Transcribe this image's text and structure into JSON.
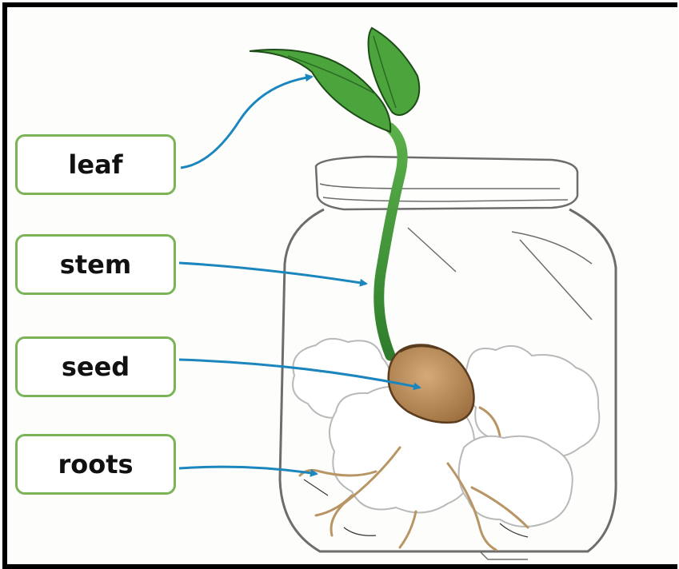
{
  "labels": {
    "leaf": "leaf",
    "stem": "stem",
    "seed": "seed",
    "roots": "roots"
  },
  "colors": {
    "label_border": "#7cb356",
    "arrow": "#1b86be",
    "leaf_green": "#3f9a3a",
    "seed_brown": "#b58755",
    "frame": "#000000"
  }
}
